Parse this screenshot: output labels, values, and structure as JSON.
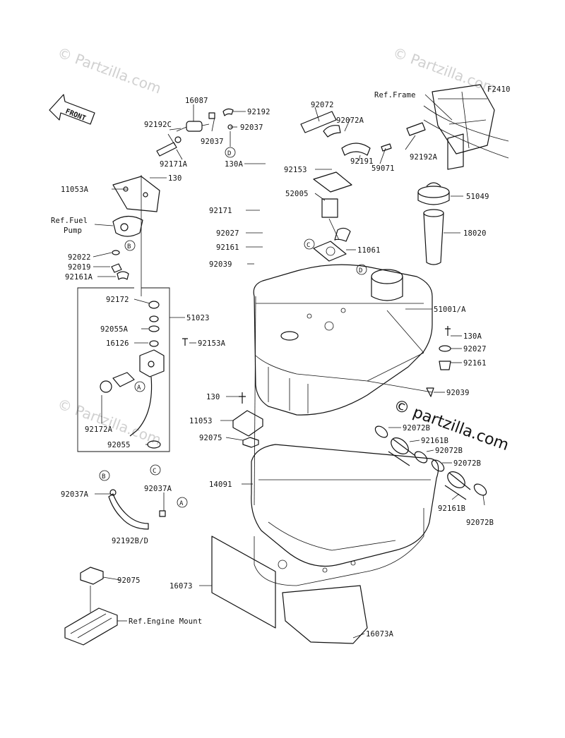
{
  "figure_code": "F2410",
  "front_arrow_label": "FRONT",
  "watermark_text": "© Partzilla.com",
  "watermark_text_large": "© partzilla.com",
  "callout_letters": [
    "A",
    "B",
    "C",
    "D"
  ],
  "labels": {
    "p16087": "16087",
    "p92192c": "92192C",
    "p92192": "92192",
    "p92037_top": "92037",
    "p92037_bot": "92037",
    "p92171a": "92171A",
    "p11053a": "11053A",
    "p130_top": "130",
    "ref_fuel_pump_1": "Ref.Fuel",
    "ref_fuel_pump_2": "Pump",
    "p92022": "92022",
    "p92019": "92019",
    "p92161a": "92161A",
    "p92172": "92172",
    "p51023": "51023",
    "p92055a": "92055A",
    "p16126": "16126",
    "p92153a": "92153A",
    "p92172a": "92172A",
    "p92055": "92055",
    "p92037a_left": "92037A",
    "p92037a_right": "92037A",
    "p92192bd": "92192B/D",
    "p92075_bot": "92075",
    "ref_engine_mount": "Ref.Engine Mount",
    "p16073": "16073",
    "p16073a": "16073A",
    "p14091": "14091",
    "p11053": "11053",
    "p130_mid": "130",
    "p92075_mid": "92075",
    "p92072": "92072",
    "p92072a": "92072A",
    "ref_frame": "Ref.Frame",
    "p92192a": "92192A",
    "p59071": "59071",
    "p92191": "92191",
    "p92153": "92153",
    "p52005": "52005",
    "p130a_top": "130A",
    "p92171": "92171",
    "p92027_left": "92027",
    "p92161_left": "92161",
    "p11061": "11061",
    "p92039_left": "92039",
    "p51049": "51049",
    "p18020": "18020",
    "p51001a": "51001/A",
    "p130a_right": "130A",
    "p92027_right": "92027",
    "p92161_right": "92161",
    "p92039_right": "92039",
    "p92072b_1": "92072B",
    "p92161b_1": "92161B",
    "p92072b_2": "92072B",
    "p92072b_3": "92072B",
    "p92161b_2": "92161B",
    "p92072b_4": "92072B"
  }
}
